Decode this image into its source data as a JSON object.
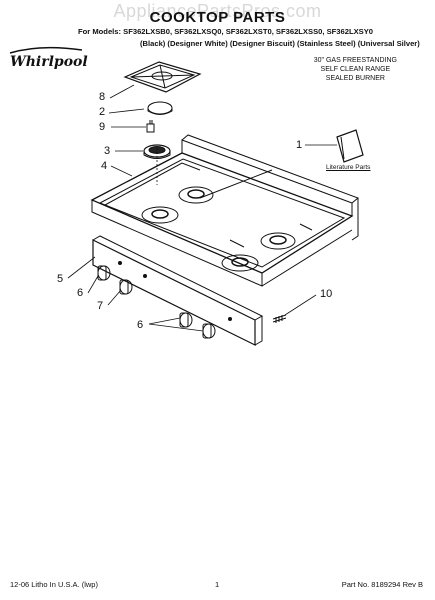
{
  "watermark": "AppliancePartsPros.com",
  "title": "COOKTOP PARTS",
  "models_line": "For Models: SF362LXSB0, SF362LXSQ0, SF362LXST0, SF362LXSS0, SF362LXSY0",
  "colors_line": "(Black) (Designer White) (Designer Biscuit) (Stainless Steel) (Universal Silver)",
  "brand": "Whirlpool",
  "description": [
    "30\" GAS FREESTANDING",
    "SELF CLEAN RANGE",
    "SEALED BURNER"
  ],
  "literature_label": "Literature Parts",
  "callouts": {
    "c8": "8",
    "c2": "2",
    "c9": "9",
    "c3": "3",
    "c4": "4",
    "c1": "1",
    "c5": "5",
    "c6a": "6",
    "c7": "7",
    "c6b": "6",
    "c10": "10"
  },
  "footer": {
    "left": "12-06 Litho In U.S.A. (lwp)",
    "center": "1",
    "right": "Part No. 8189294 Rev B"
  }
}
